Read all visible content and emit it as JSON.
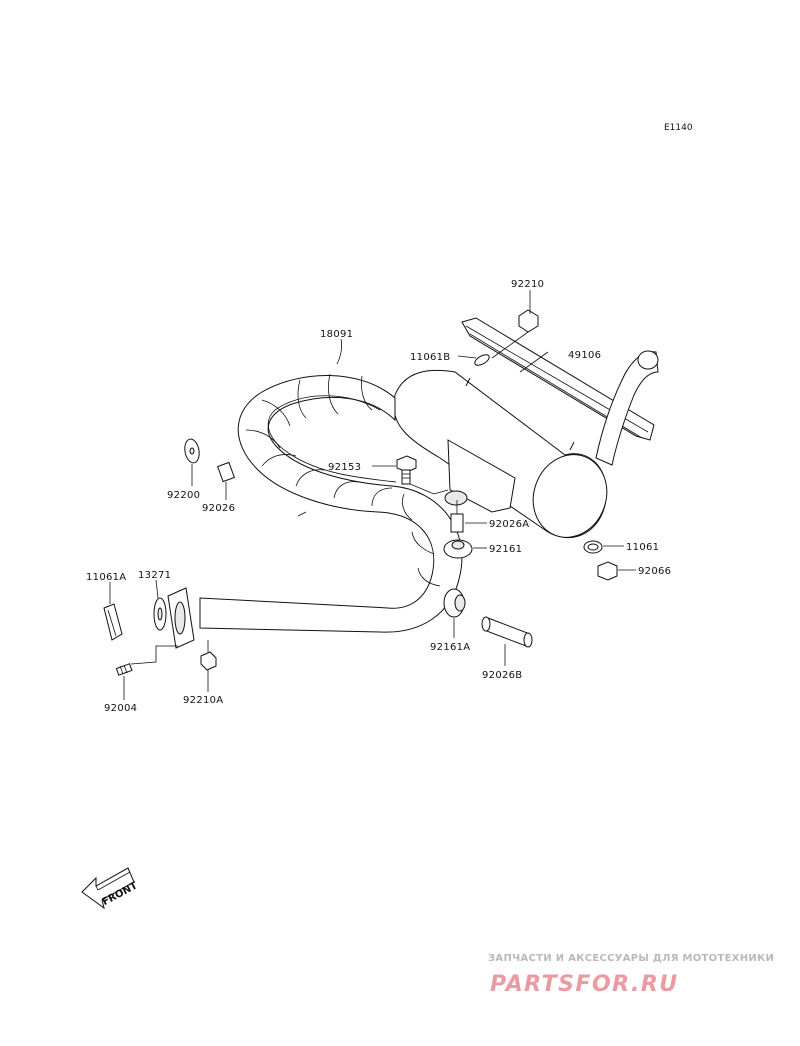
{
  "diagram": {
    "drawing_code": "E1140",
    "front_label": "FRONT",
    "parts": [
      {
        "number": "92210"
      },
      {
        "number": "18091"
      },
      {
        "number": "11061B"
      },
      {
        "number": "49106"
      },
      {
        "number": "92153"
      },
      {
        "number": "92200"
      },
      {
        "number": "92026"
      },
      {
        "number": "92026A"
      },
      {
        "number": "92161"
      },
      {
        "number": "11061"
      },
      {
        "number": "92066"
      },
      {
        "number": "11061A"
      },
      {
        "number": "13271"
      },
      {
        "number": "92161A"
      },
      {
        "number": "92026B"
      },
      {
        "number": "92004"
      },
      {
        "number": "92210A"
      }
    ]
  },
  "watermark": {
    "caption": "ЗАПЧАСТИ И АКСЕССУАРЫ ДЛЯ МОТОТЕХНИКИ",
    "logo": "PARTSFOR.RU",
    "logo_color": "#ec9aa2",
    "caption_color": "#b9b9b9"
  }
}
